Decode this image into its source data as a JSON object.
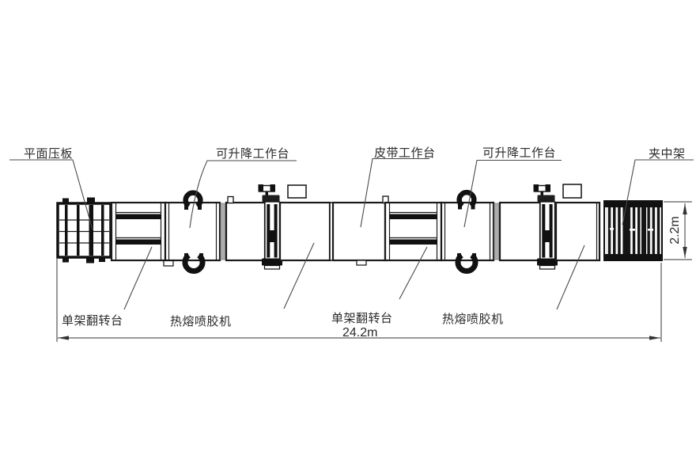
{
  "drawing": {
    "top_labels": {
      "flat_press_plate": "平面压板",
      "liftable_worktable_left": "可升降工作台",
      "belt_worktable": "皮带工作台",
      "liftable_worktable_right": "可升降工作台",
      "center_clamp_rack": "夹中架"
    },
    "bottom_labels": {
      "single_frame_turnover_left": "单架翻转台",
      "hot_melt_glue_machine_left": "热熔喷胶机",
      "single_frame_turnover_right": "单架翻转台",
      "hot_melt_glue_machine_right": "热熔喷胶机"
    },
    "dimensions": {
      "total_length": "24.2m",
      "line_height": "2.2m"
    },
    "colors": {
      "line": "#1b1b1b",
      "leader": "#4a4a4a",
      "separator": "#adadad",
      "background": "#ffffff"
    }
  }
}
